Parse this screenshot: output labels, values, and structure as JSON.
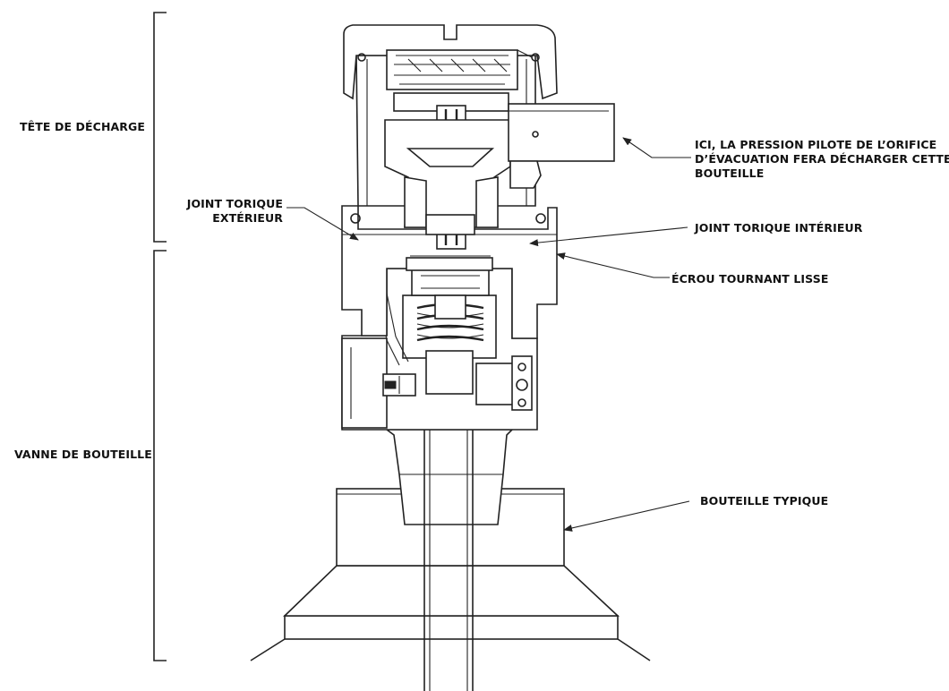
{
  "labels": {
    "discharge_head": "TÊTE DE DÉCHARGE",
    "cylinder_valve": "VANNE DE BOUTEILLE",
    "outer_oring_line1": "JOINT TORIQUE",
    "outer_oring_line2": "EXTÉRIEUR",
    "pilot_pressure_line1": "ICI, LA PRESSION PILOTE DE L’ORIFICE",
    "pilot_pressure_line2": "D’ÉVACUATION FERA DÉCHARGER CETTE",
    "pilot_pressure_line3": "BOUTEILLE",
    "inner_oring": "JOINT TORIQUE INTÉRIEUR",
    "swivel_nut": "ÉCROU TOURNANT LISSE",
    "typical_cylinder": "BOUTEILLE TYPIQUE"
  },
  "colors": {
    "line": "#222222",
    "background": "#ffffff",
    "text": "#111111"
  }
}
